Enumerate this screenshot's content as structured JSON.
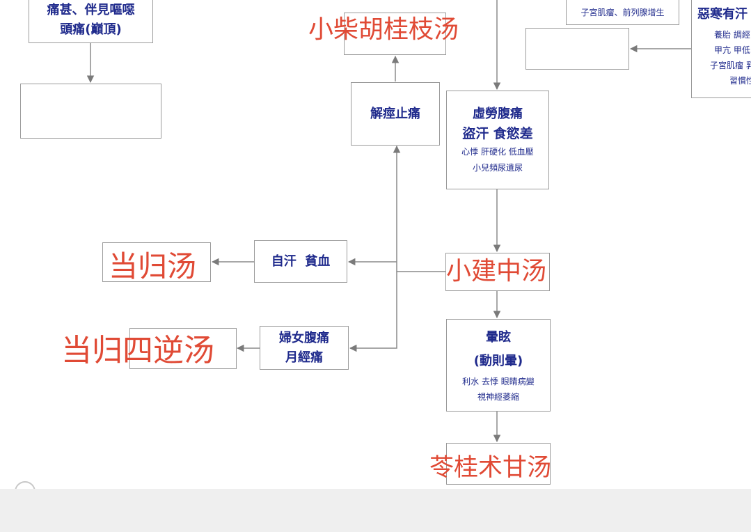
{
  "top_left_box": {
    "line1": "痛甚、伴見嘔噁",
    "line2": "頭痛(巔頂)"
  },
  "top_right_partial": {
    "small": "子宮肌瘤、前列腺增生"
  },
  "right_edge_partial": {
    "title": "惡寒有汗",
    "lines": [
      "養胎 調經",
      "甲亢 甲低",
      "子宮肌瘤 乳",
      "習慣性"
    ]
  },
  "xiao_chai_hu_gui_zhi": {
    "formula": "小柴胡桂枝汤"
  },
  "jie_jing": {
    "label": "解痙止痛"
  },
  "xu_lao": {
    "main1": "虛勞腹痛",
    "main2": "盜汗 食慾差",
    "small1": "心悸 肝硬化 低血壓",
    "small2": "小兒頻尿遺尿"
  },
  "xiao_jian_zhong": {
    "formula": "小建中汤"
  },
  "zi_han": {
    "label": "自汗  貧血"
  },
  "dang_gui": {
    "formula": "当归汤"
  },
  "fu_nv": {
    "line1": "婦女腹痛",
    "line2": "月經痛"
  },
  "dang_gui_si_ni": {
    "formula": "当归四逆汤"
  },
  "yun_xuan": {
    "line1": "暈眩",
    "line2": "(動則暈)",
    "small1": "利水 去悸 眼睛病變",
    "small2": "視神經萎縮"
  },
  "ling_gui": {
    "formula": "苓桂术甘汤"
  }
}
